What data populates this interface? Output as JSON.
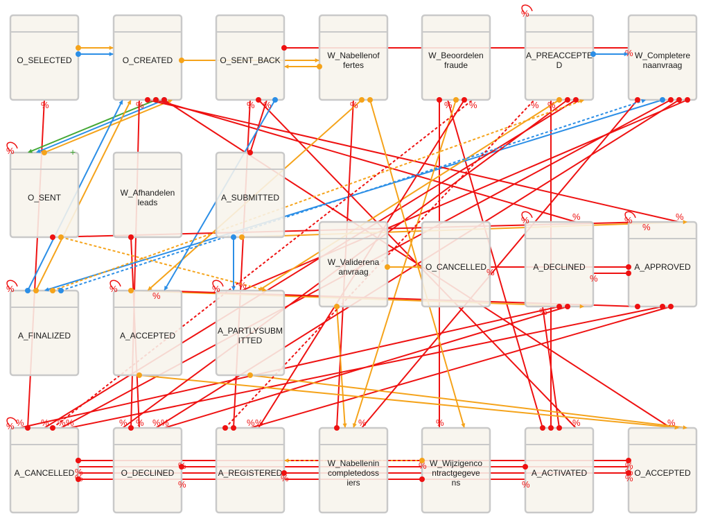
{
  "nodes": [
    {
      "id": "O_SELECTED",
      "lines": [
        "O_SELECTED"
      ]
    },
    {
      "id": "O_CREATED",
      "lines": [
        "O_CREATED"
      ]
    },
    {
      "id": "O_SENT_BACK",
      "lines": [
        "O_SENT_BACK"
      ]
    },
    {
      "id": "W_Nabellenoffertes",
      "lines": [
        "W_Nabellenof",
        "fertes"
      ]
    },
    {
      "id": "W_Beoordelenfraude",
      "lines": [
        "W_Beoordelen",
        "fraude"
      ]
    },
    {
      "id": "A_PREACCEPTED",
      "lines": [
        "A_PREACCEPTE",
        "D"
      ]
    },
    {
      "id": "W_Completerenaanvraag",
      "lines": [
        "W_Completere",
        "naanvraag"
      ]
    },
    {
      "id": "O_SENT",
      "lines": [
        "O_SENT"
      ]
    },
    {
      "id": "W_Afhandelenleads",
      "lines": [
        "W_Afhandelen",
        "leads"
      ]
    },
    {
      "id": "A_SUBMITTED",
      "lines": [
        "A_SUBMITTED"
      ]
    },
    {
      "id": "W_Valideren aanvraag",
      "lines": [
        "W_Validerena",
        "anvraag"
      ]
    },
    {
      "id": "O_CANCELLED",
      "lines": [
        "O_CANCELLED"
      ]
    },
    {
      "id": "A_DECLINED",
      "lines": [
        "A_DECLINED"
      ]
    },
    {
      "id": "A_APPROVED",
      "lines": [
        "A_APPROVED"
      ]
    },
    {
      "id": "A_FINALIZED",
      "lines": [
        "A_FINALIZED"
      ]
    },
    {
      "id": "A_ACCEPTED",
      "lines": [
        "A_ACCEPTED"
      ]
    },
    {
      "id": "A_PARTLYSUBMITTED",
      "lines": [
        "A_PARTLYSUBM",
        "ITTED"
      ]
    },
    {
      "id": "A_CANCELLED",
      "lines": [
        "A_CANCELLED"
      ]
    },
    {
      "id": "O_DECLINED",
      "lines": [
        "O_DECLINED"
      ]
    },
    {
      "id": "A_REGISTERED",
      "lines": [
        "A_REGISTERED"
      ]
    },
    {
      "id": "W_Nabellenincompletedossiers",
      "lines": [
        "W_Nabellenin",
        "completedoss",
        "iers"
      ]
    },
    {
      "id": "W_Wijzigencontractgegevens",
      "lines": [
        "W_Wijzigenco",
        "ntractgegeve",
        "ns"
      ]
    },
    {
      "id": "A_ACTIVATED",
      "lines": [
        "A_ACTIVATED"
      ]
    },
    {
      "id": "O_ACCEPTED",
      "lines": [
        "O_ACCEPTED"
      ]
    }
  ],
  "colors": {
    "red": "#ee1111",
    "orange": "#f5a31a",
    "blue": "#2b8ee6",
    "green": "#44a835",
    "node_fill": "#f7f4ec",
    "node_border": "#c9c9c9"
  },
  "markers": {
    "percent_symbol": "%",
    "plus_symbol": "+"
  },
  "edges": [
    {
      "from": "O_SELECTED",
      "to": "O_CREATED",
      "color": "orange",
      "style": "solid"
    },
    {
      "from": "O_SELECTED",
      "to": "O_CREATED",
      "color": "blue",
      "style": "solid"
    },
    {
      "from": "O_CREATED",
      "to": "W_Nabellenoffertes",
      "color": "orange",
      "style": "solid"
    },
    {
      "from": "W_Nabellenoffertes",
      "to": "O_SENT_BACK",
      "color": "orange",
      "style": "solid"
    },
    {
      "from": "O_SENT_BACK",
      "to": "W_Completerenaanvraag",
      "color": "red",
      "style": "solid"
    },
    {
      "from": "A_PREACCEPTED",
      "to": "W_Completerenaanvraag",
      "color": "blue",
      "style": "solid"
    },
    {
      "from": "A_CANCELLED",
      "to": "O_SELECTED",
      "color": "red",
      "style": "solid"
    },
    {
      "from": "O_CREATED",
      "to": "O_SENT",
      "color": "green",
      "style": "solid"
    },
    {
      "from": "O_CREATED",
      "to": "O_SENT",
      "color": "blue",
      "style": "solid"
    },
    {
      "from": "O_SENT",
      "to": "O_CREATED",
      "color": "orange",
      "style": "solid"
    },
    {
      "from": "A_FINALIZED",
      "to": "O_CREATED",
      "color": "blue",
      "style": "solid"
    },
    {
      "from": "A_FINALIZED",
      "to": "O_CREATED",
      "color": "orange",
      "style": "solid"
    },
    {
      "from": "O_DECLINED",
      "to": "O_CREATED",
      "color": "red",
      "style": "solid"
    },
    {
      "from": "W_Afhandelenleads",
      "to": "O_DECLINED",
      "color": "red",
      "style": "solid"
    },
    {
      "from": "A_REGISTERED",
      "to": "O_SENT_BACK",
      "color": "red",
      "style": "solid"
    },
    {
      "from": "W_Nabellenincompletedossiers",
      "to": "W_Nabellenoffertes",
      "color": "red",
      "style": "solid"
    },
    {
      "from": "A_SUBMITTED",
      "to": "A_PARTLYSUBMITTED",
      "color": "blue",
      "style": "solid"
    },
    {
      "from": "W_Valideren aanvraag",
      "to": "W_Nabellenincompletedossiers",
      "color": "orange",
      "style": "solid"
    },
    {
      "from": "W_Beoordelenfraude",
      "to": "W_Wijzigencontractgegevens",
      "color": "red",
      "style": "solid"
    },
    {
      "from": "A_ACTIVATED",
      "to": "W_Beoordelenfraude",
      "color": "red",
      "style": "solid"
    },
    {
      "from": "A_ACTIVATED",
      "to": "A_PREACCEPTED",
      "color": "red",
      "style": "solid"
    },
    {
      "from": "A_ACTIVATED",
      "to": "A_DECLINED",
      "color": "red",
      "style": "solid"
    },
    {
      "from": "A_APPROVED",
      "to": "O_CANCELLED",
      "color": "red",
      "style": "solid"
    },
    {
      "from": "A_APPROVED",
      "to": "A_DECLINED",
      "color": "red",
      "style": "solid"
    },
    {
      "from": "A_CANCELLED",
      "to": "O_ACCEPTED",
      "color": "red",
      "style": "solid"
    },
    {
      "from": "O_DECLINED",
      "to": "O_ACCEPTED",
      "color": "red",
      "style": "solid"
    },
    {
      "from": "A_REGISTERED",
      "to": "O_ACCEPTED",
      "color": "red",
      "style": "solid"
    },
    {
      "from": "A_CANCELLED",
      "to": "A_ACTIVATED",
      "color": "red",
      "style": "solid"
    },
    {
      "from": "A_CANCELLED",
      "to": "W_Wijzigencontractgegevens",
      "color": "red",
      "style": "solid"
    },
    {
      "from": "W_Completerenaanvraag",
      "to": "A_FINALIZED",
      "color": "blue",
      "style": "solid"
    },
    {
      "from": "W_Completerenaanvraag",
      "to": "A_CANCELLED",
      "color": "red",
      "style": "solid"
    },
    {
      "from": "W_Completerenaanvraag",
      "to": "O_DECLINED",
      "color": "red",
      "style": "solid"
    },
    {
      "from": "W_Completerenaanvraag",
      "to": "A_PARTLYSUBMITTED",
      "color": "red",
      "style": "solid"
    },
    {
      "from": "A_APPROVED",
      "to": "A_CANCELLED",
      "color": "red",
      "style": "solid"
    },
    {
      "from": "A_APPROVED",
      "to": "A_REGISTERED",
      "color": "red",
      "style": "solid"
    },
    {
      "from": "A_DECLINED",
      "to": "A_CANCELLED",
      "color": "red",
      "style": "solid"
    },
    {
      "from": "A_DECLINED",
      "to": "O_DECLINED",
      "color": "red",
      "style": "solid"
    },
    {
      "from": "O_CREATED",
      "to": "A_APPROVED",
      "color": "red",
      "style": "solid"
    },
    {
      "from": "O_CREATED",
      "to": "A_DECLINED",
      "color": "red",
      "style": "solid"
    },
    {
      "from": "O_CREATED",
      "to": "O_ACCEPTED",
      "color": "red",
      "style": "solid"
    },
    {
      "from": "O_SENT_BACK",
      "to": "A_ACTIVATED",
      "color": "red",
      "style": "solid"
    },
    {
      "from": "A_SUBMITTED",
      "to": "A_APPROVED",
      "color": "orange",
      "style": "solid"
    },
    {
      "from": "W_Valideren aanvraag",
      "to": "O_CANCELLED",
      "color": "orange",
      "style": "solid"
    },
    {
      "from": "A_ACCEPTED",
      "to": "A_DECLINED",
      "color": "orange",
      "style": "solid"
    },
    {
      "from": "A_ACCEPTED",
      "to": "O_ACCEPTED",
      "color": "orange",
      "style": "solid"
    },
    {
      "from": "A_PARTLYSUBMITTED",
      "to": "O_ACCEPTED",
      "color": "orange",
      "style": "solid"
    },
    {
      "from": "W_Nabellenoffertes",
      "to": "A_ACCEPTED",
      "color": "orange",
      "style": "solid"
    },
    {
      "from": "W_Beoordelenfraude",
      "to": "W_Nabellenincompletedossiers",
      "color": "orange",
      "style": "solid"
    },
    {
      "from": "A_PREACCEPTED",
      "to": "A_PARTLYSUBMITTED",
      "color": "orange",
      "style": "solid"
    },
    {
      "from": "A_ACTIVATED",
      "to": "A_CANCELLED",
      "color": "red",
      "style": "solid"
    },
    {
      "from": "O_ACCEPTED",
      "to": "A_CANCELLED",
      "color": "red",
      "style": "solid"
    },
    {
      "from": "W_Wijzigencontractgegevens",
      "to": "O_DECLINED",
      "color": "red",
      "style": "solid"
    },
    {
      "from": "W_Beoordelenfraude",
      "to": "A_REGISTERED",
      "color": "red",
      "style": "solid"
    },
    {
      "from": "A_PREACCEPTED",
      "to": "O_DECLINED",
      "color": "red",
      "style": "solid"
    },
    {
      "from": "A_PREACCEPTED",
      "to": "A_CANCELLED",
      "color": "red",
      "style": "solid"
    },
    {
      "from": "W_Completerenaanvraag",
      "to": "W_Nabellenincompletedossiers",
      "color": "red",
      "style": "solid"
    },
    {
      "from": "A_APPROVED",
      "to": "A_ACCEPTED",
      "color": "red",
      "style": "solid"
    },
    {
      "from": "A_SUBMITTED",
      "to": "O_SENT_BACK",
      "color": "red",
      "style": "solid"
    },
    {
      "from": "O_ACCEPTED",
      "to": "A_REGISTERED",
      "color": "red",
      "style": "solid"
    },
    {
      "from": "W_Nabellenoffertes",
      "to": "W_Wijzigencontractgegevens",
      "color": "orange",
      "style": "solid"
    },
    {
      "from": "W_Wijzigencontractgegevens",
      "to": "A_REGISTERED",
      "color": "orange",
      "style": "solid"
    },
    {
      "from": "O_SENT_BACK",
      "to": "A_ACCEPTED",
      "color": "blue",
      "style": "solid"
    },
    {
      "from": "O_SENT",
      "to": "A_APPROVED",
      "color": "red",
      "style": "solid"
    },
    {
      "from": "A_FINALIZED",
      "to": "A_PREACCEPTED",
      "color": "orange",
      "style": "dashed"
    },
    {
      "from": "A_FINALIZED",
      "to": "W_Completerenaanvraag",
      "color": "blue",
      "style": "dashed"
    },
    {
      "from": "O_SENT",
      "to": "A_PARTLYSUBMITTED",
      "color": "orange",
      "style": "dashed"
    },
    {
      "from": "A_CANCELLED",
      "to": "W_Beoordelenfraude",
      "color": "red",
      "style": "dashed"
    },
    {
      "from": "A_REGISTERED",
      "to": "A_PREACCEPTED",
      "color": "red",
      "style": "dashed"
    },
    {
      "from": "O_ACCEPTED",
      "to": "O_DECLINED",
      "color": "red",
      "style": "dashed"
    }
  ]
}
